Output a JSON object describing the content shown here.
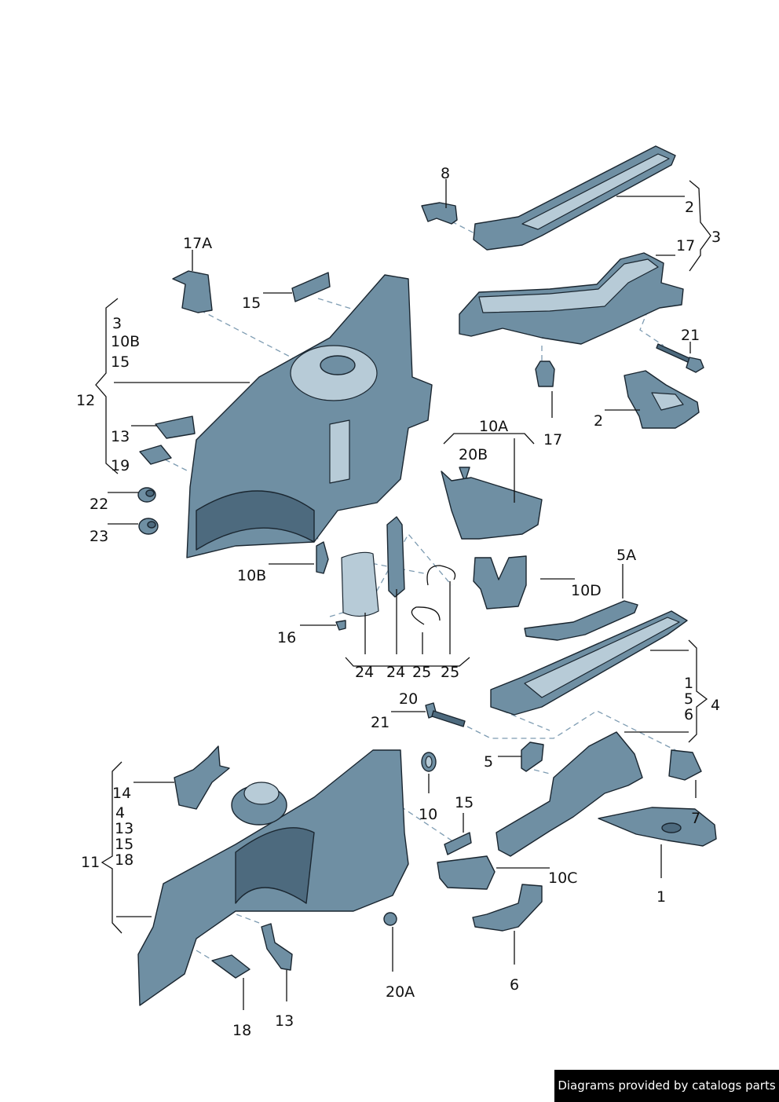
{
  "labels": {
    "l8": "8",
    "l2a": "2",
    "l3a": "3",
    "l17a": "17",
    "l21a": "21",
    "l17b": "17",
    "l2b": "2",
    "l17A": "17A",
    "l15a": "15",
    "l3b": "3",
    "l10Ba": "10B",
    "l15b": "15",
    "l12": "12",
    "l13a": "13",
    "l19": "19",
    "l22": "22",
    "l23": "23",
    "l10Bb": "10B",
    "l10A": "10A",
    "l20Ba": "20B",
    "l5A": "5A",
    "l10D": "10D",
    "l16": "16",
    "l24a": "24",
    "l24b": "24",
    "l25a": "25",
    "l25b": "25",
    "l20": "20",
    "l21b": "21",
    "l1a": "1",
    "l5a": "5",
    "l6a": "6",
    "l4a": "4",
    "l5b": "5",
    "l7": "7",
    "l10": "10",
    "l15c": "15",
    "l10C": "10C",
    "l1b": "1",
    "l14": "14",
    "l4b": "4",
    "l13b": "13",
    "l15d": "15",
    "l18a": "18",
    "l11": "11",
    "l20A": "20A",
    "l6b": "6",
    "l18b": "18",
    "l13c": "13"
  },
  "footer": {
    "text": "Diagrams provided by catalogs parts"
  }
}
